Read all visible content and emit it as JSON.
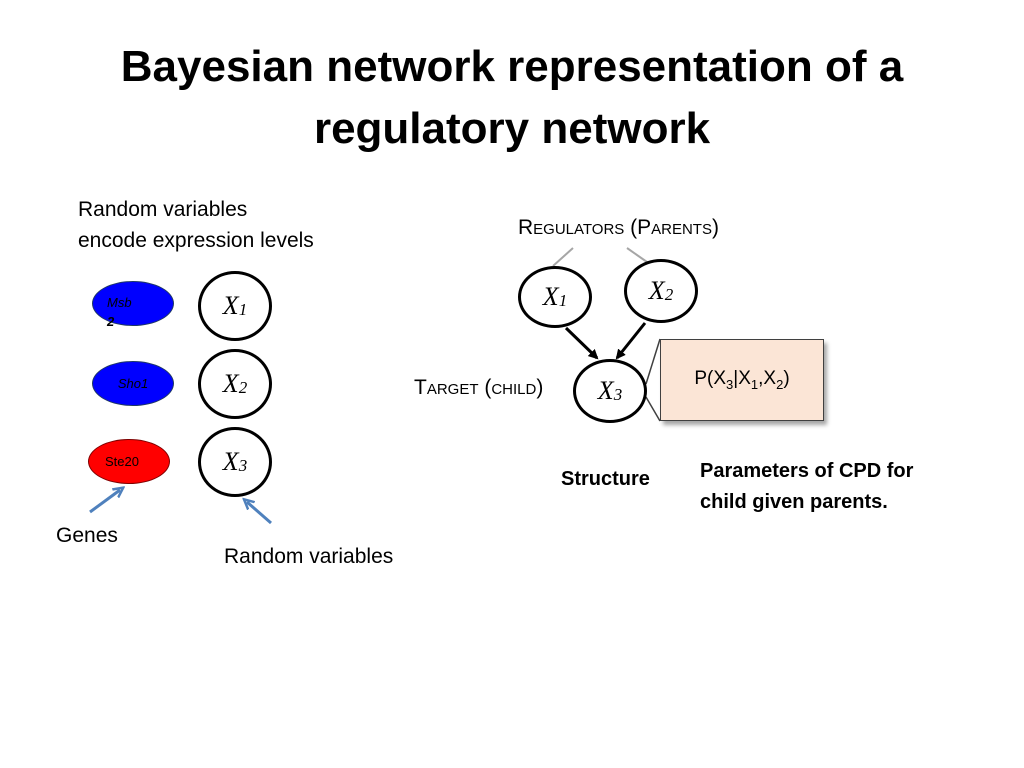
{
  "title": {
    "line1": "Bayesian network representation of a",
    "line2": "regulatory network"
  },
  "left": {
    "caption_line1": "Random variables",
    "caption_line2": "encode expression levels",
    "genes": [
      {
        "label_line1": "Msb",
        "label_line2": "2",
        "color": "#0000ff"
      },
      {
        "label": "Sho1",
        "color": "#0000ff"
      },
      {
        "label": "Ste20",
        "color": "#ff0000"
      }
    ],
    "variables": [
      {
        "letter": "X",
        "sub": "1"
      },
      {
        "letter": "X",
        "sub": "2"
      },
      {
        "letter": "X",
        "sub": "3"
      }
    ],
    "genes_label": "Genes",
    "random_variables_label": "Random variables"
  },
  "right": {
    "regulators_label": "Regulators (Parents)",
    "target_label": "Target (child)",
    "nodes": [
      {
        "letter": "X",
        "sub": "1"
      },
      {
        "letter": "X",
        "sub": "2"
      },
      {
        "letter": "X",
        "sub": "3"
      }
    ],
    "cpd": {
      "p": "P(X",
      "s3": "3",
      "bar": "|X",
      "s1": "1",
      "comma": ",X",
      "s2": "2",
      "close": ")"
    },
    "structure_label": "Structure",
    "params_line1": "Parameters of CPD for",
    "params_line2": "child given parents."
  },
  "colors": {
    "gene_blue": "#0000ff",
    "gene_red": "#ff0000",
    "cpd_fill": "#fbe5d6",
    "arrow_blue": "#4f81bd",
    "pointer_gray": "#a6a6a6"
  }
}
